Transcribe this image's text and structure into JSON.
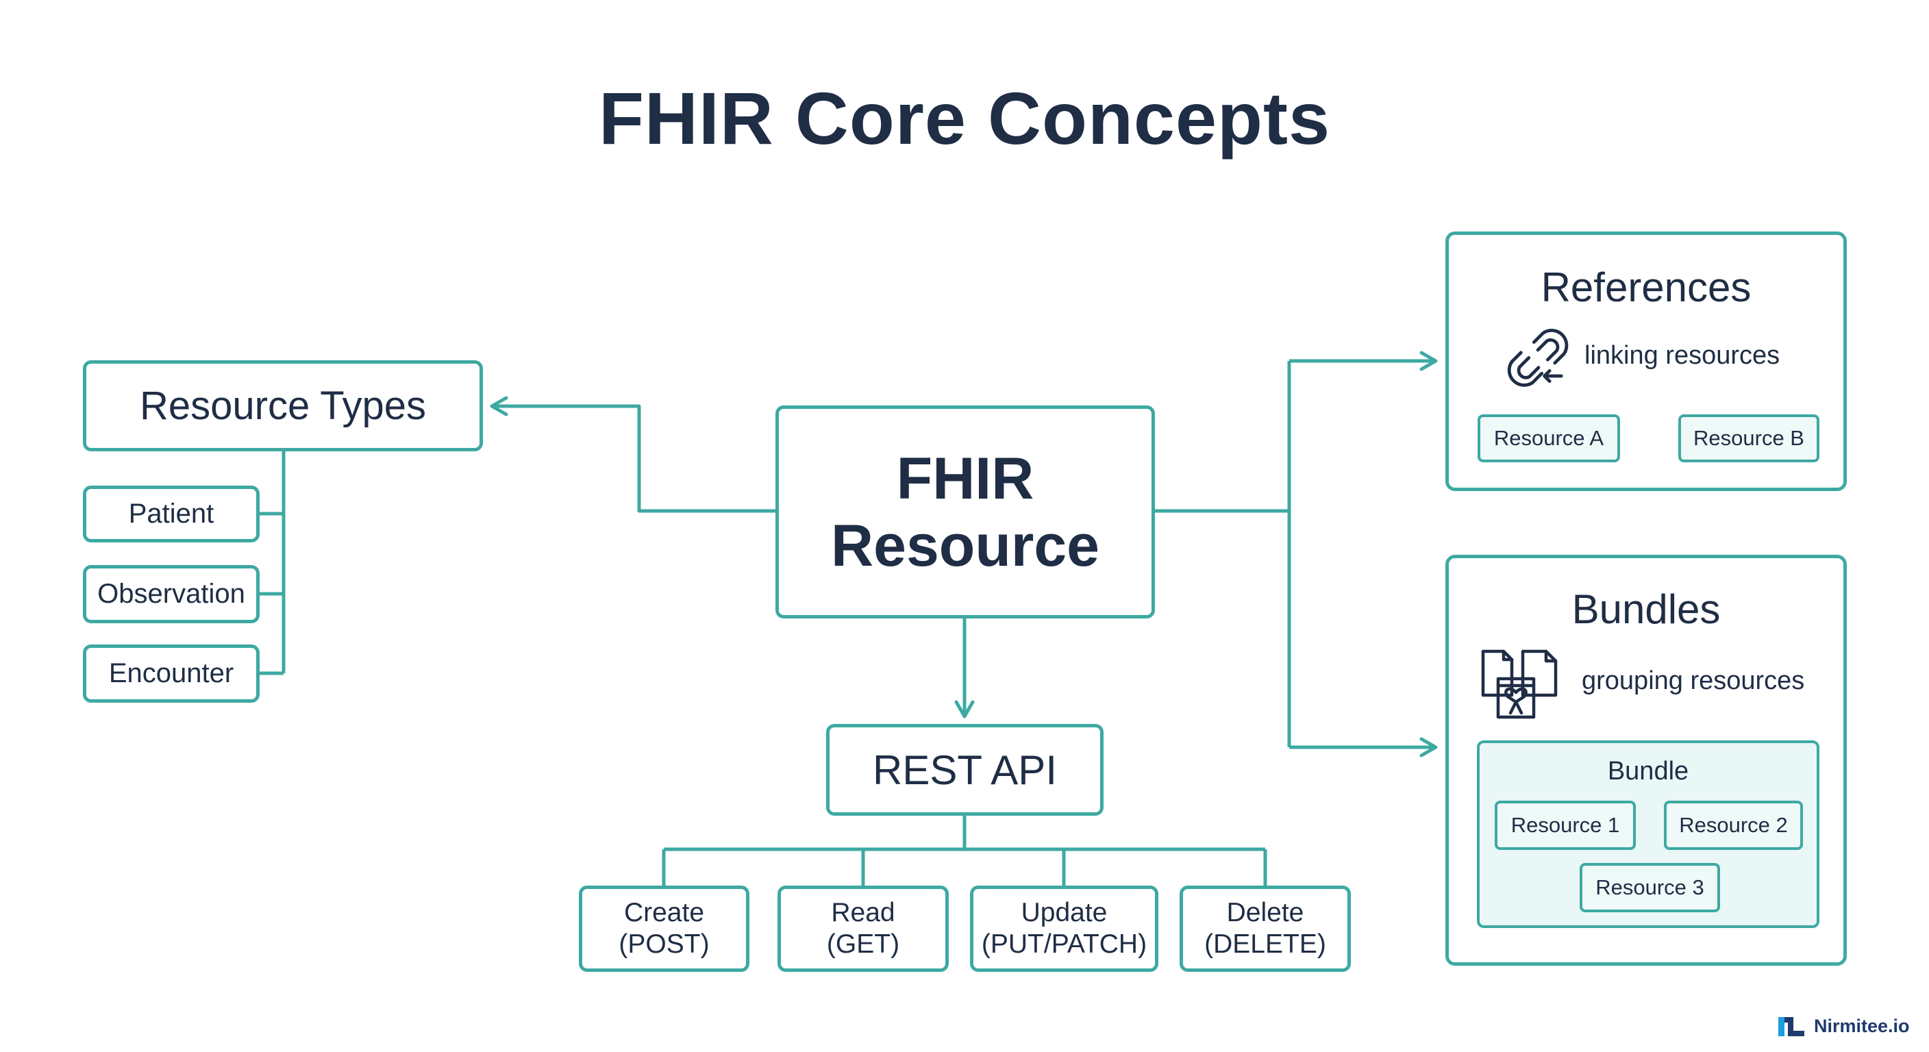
{
  "title": "FHIR Core Concepts",
  "center": {
    "line1": "FHIR",
    "line2": "Resource"
  },
  "resource_types": {
    "header": "Resource Types",
    "items": [
      "Patient",
      "Observation",
      "Encounter"
    ]
  },
  "rest_api": {
    "label": "REST API",
    "operations": [
      {
        "name": "Create",
        "method": "(POST)"
      },
      {
        "name": "Read",
        "method": "(GET)"
      },
      {
        "name": "Update",
        "method": "(PUT/PATCH)"
      },
      {
        "name": "Delete",
        "method": "(DELETE)"
      }
    ]
  },
  "references": {
    "title": "References",
    "subtitle": "linking resources",
    "icon": "link-icon",
    "from": "Resource A",
    "to": "Resource B"
  },
  "bundles": {
    "title": "Bundles",
    "subtitle": "grouping resources",
    "icon": "documents-bundle-icon",
    "bundle_label": "Bundle",
    "resources": [
      "Resource 1",
      "Resource 2",
      "Resource 3"
    ]
  },
  "brand": {
    "name": "Nirmitee.io",
    "icon": "nirmitee-logo-icon"
  },
  "colors": {
    "accent": "#3ea9a2",
    "text": "#1f2d45",
    "bundle_fill": "#e9f7f6",
    "brand": "#1f3a6e",
    "brand_accent": "#1aa0e0"
  }
}
